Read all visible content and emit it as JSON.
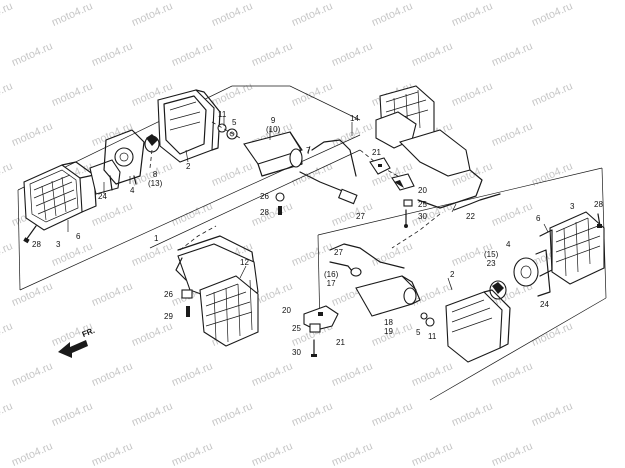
{
  "watermark": {
    "text": "moto4.ru",
    "color": "#c7c7c7"
  },
  "fr_arrow": {
    "label": "FR."
  },
  "parts": {
    "p28_left": "28",
    "p3_left": "3",
    "p6_left": "6",
    "p24_left": "24",
    "p4_left": "4",
    "p8_13": "8\n(13)",
    "p2_top": "2",
    "p11_top": "11",
    "p5_top": "5",
    "p9_10": "9\n(10)",
    "p7": "7",
    "p14": "14",
    "p21_top": "21",
    "p20_top": "20",
    "p25_top": "25",
    "p30_top": "30",
    "p26_mid": "26",
    "p28_mid": "28",
    "p27_mid": "27",
    "p1": "1",
    "p22": "22",
    "p6_right": "6",
    "p3_right": "3",
    "p28_right": "28",
    "p15_23": "(15)\n23",
    "p4_right": "4",
    "p24_right": "24",
    "p12": "12",
    "p27_low": "27",
    "p16_17": "(16)\n17",
    "p2_low": "2",
    "p26_low": "26",
    "p29": "29",
    "p20_low": "20",
    "p25_low": "25",
    "p21_low": "21",
    "p30_low": "30",
    "p18_19": "18\n19",
    "p5_low": "5",
    "p11_low": "11"
  }
}
